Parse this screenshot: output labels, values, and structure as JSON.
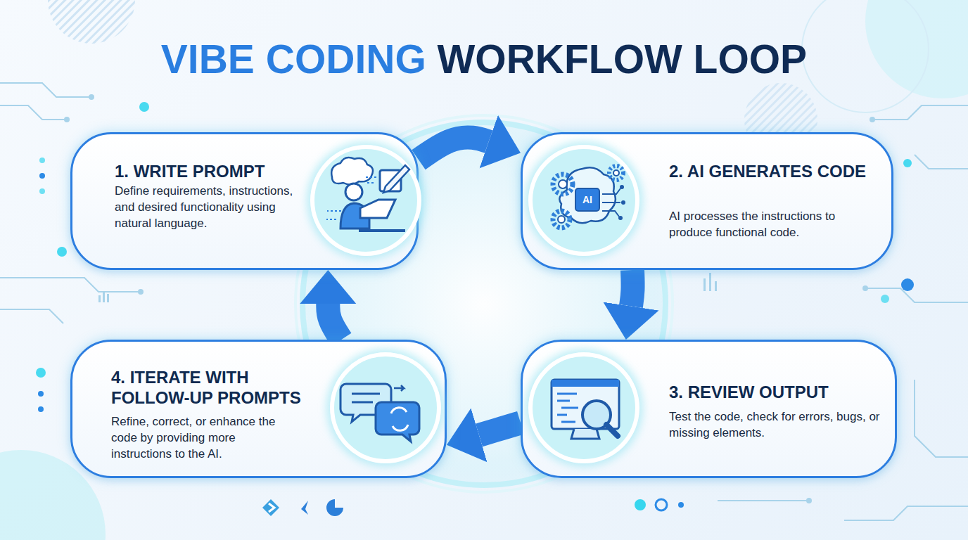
{
  "diagram": {
    "title": "VIBE CODING WORKFLOW LOOP",
    "nodes": [
      {
        "text": [
          "1. WRITE PROMPT",
          "Define requirements, instructions, and desired functionality using natural language."
        ]
      },
      {
        "text": [
          "2. AI GENERATES CODE",
          "AI processes the instructions to produce functional code."
        ]
      },
      {
        "text": [
          "3. REVIEW OUTPUT",
          "Test the code, check for errors, bugs, or missing elements."
        ]
      },
      {
        "text": [
          "4. ITERATE WITH FOLLOW-UP PROMPTS",
          "Refine, correct, or enhance the code by providing more instructions to the AI."
        ]
      }
    ],
    "edges": [
      {
        "from": 0,
        "to": 1,
        "arrow": "to"
      },
      {
        "from": 1,
        "to": 2,
        "arrow": "to"
      },
      {
        "from": 2,
        "to": 3,
        "arrow": "to"
      },
      {
        "from": 3,
        "to": 0,
        "arrow": "to"
      }
    ],
    "labels": [
      "AI"
    ]
  }
}
